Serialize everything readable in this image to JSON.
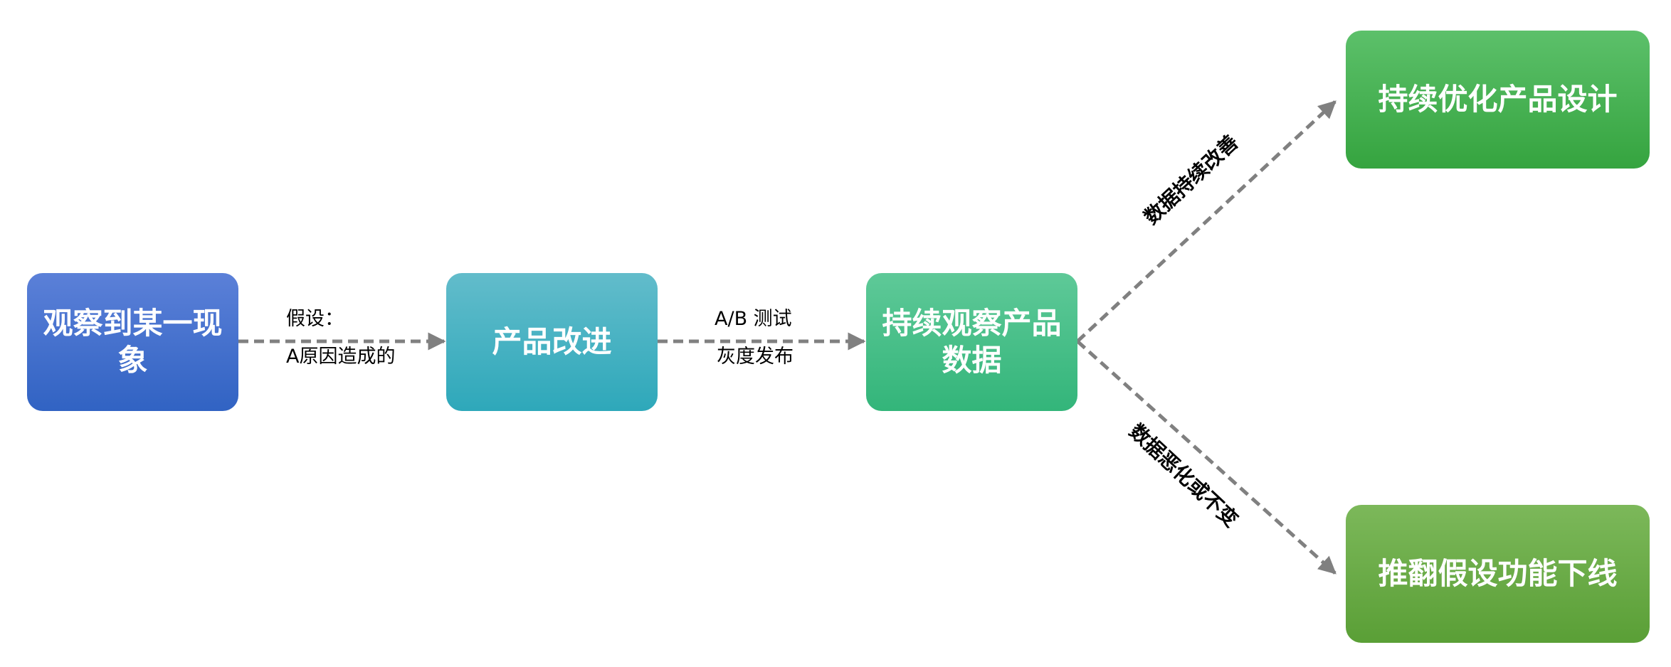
{
  "nodes": {
    "observe": "观察到某一现象",
    "improve": "产品改进",
    "track": "持续观察产品数据",
    "optimize": "持续优化产品设计",
    "rollback": "推翻假设功能下线"
  },
  "edges": {
    "hypothesis_line1": "假设：",
    "hypothesis_line2": "A原因造成的",
    "abtest_line1": "A/B 测试",
    "abtest_line2": "灰度发布",
    "improving": "数据持续改善",
    "worsening": "数据恶化或不变"
  },
  "colors": {
    "arrow": "#808080",
    "observe": "#3f6ecd",
    "improve": "#3fb1c2",
    "track": "#44bd86",
    "optimize": "#45b04f",
    "rollback": "#68aa45"
  }
}
